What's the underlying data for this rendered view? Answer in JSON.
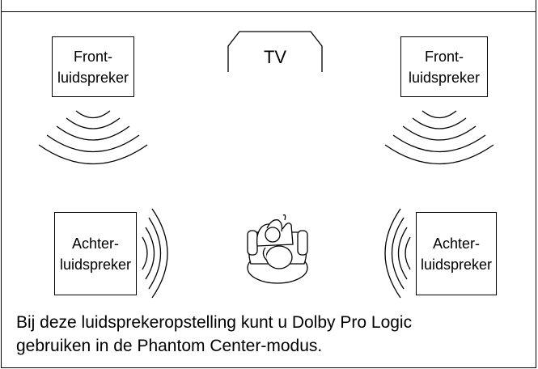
{
  "diagram": {
    "tv_label": "TV",
    "front_left": {
      "line1": "Front-",
      "line2": "luidspreker"
    },
    "front_right": {
      "line1": "Front-",
      "line2": "luidspreker"
    },
    "rear_left": {
      "line1": "Achter-",
      "line2": "luidspreker"
    },
    "rear_right": {
      "line1": "Achter-",
      "line2": "luidspreker"
    }
  },
  "caption": {
    "line1": "Bij deze luidsprekeropstelling kunt u Dolby Pro Logic",
    "line2": "gebruiken in de Phantom Center-modus."
  }
}
